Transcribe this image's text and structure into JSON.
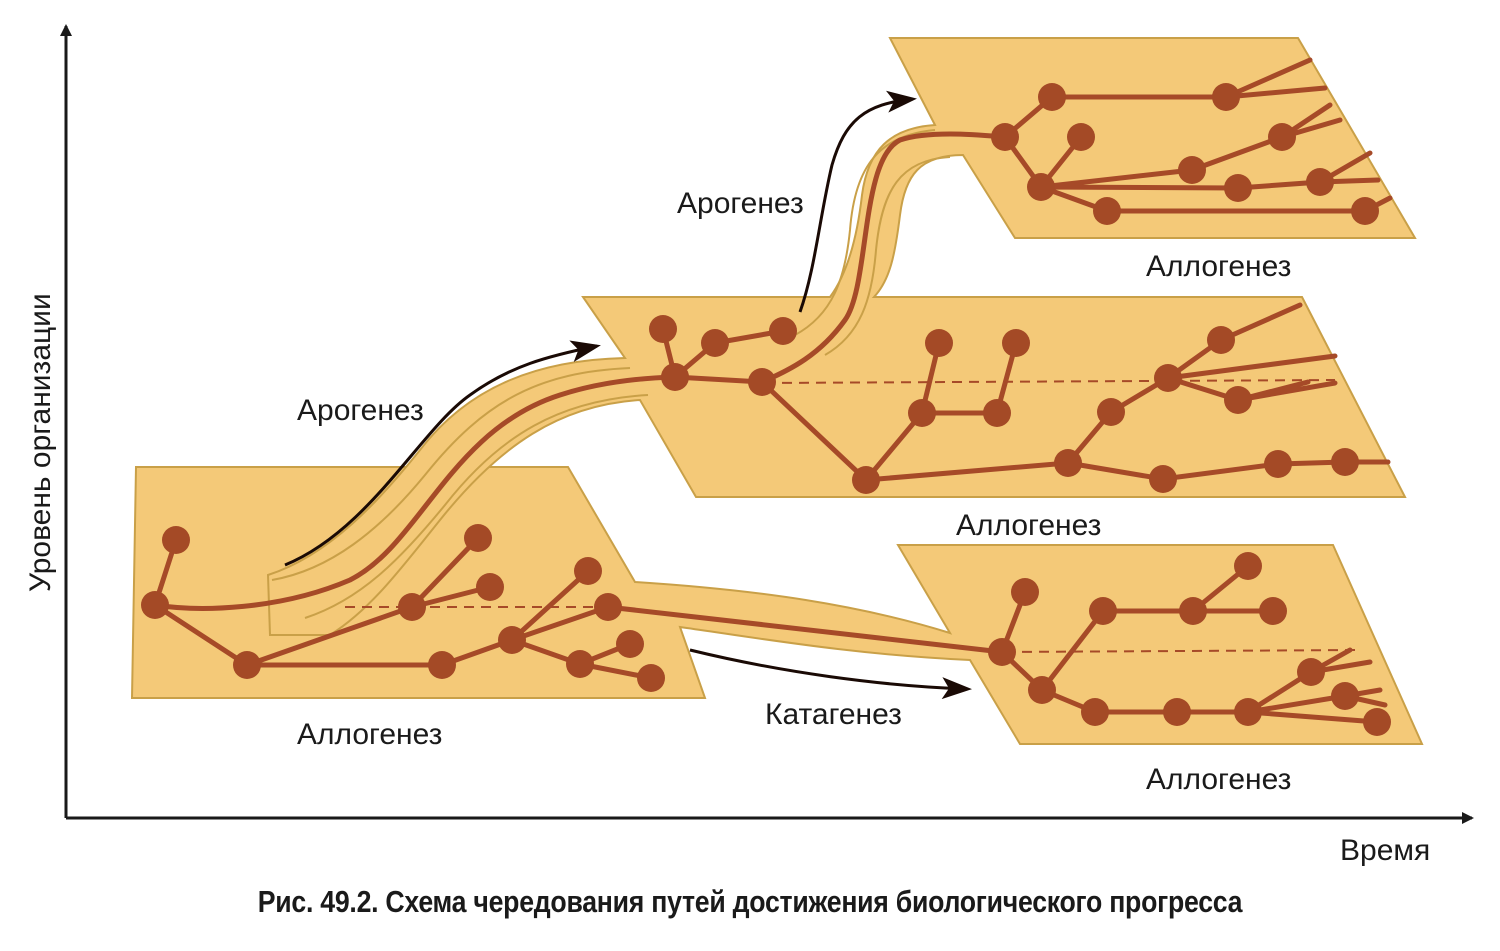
{
  "axes": {
    "y_label": "Уровень организации",
    "x_label": "Время"
  },
  "labels": {
    "arogenez_1": "Арогенез",
    "arogenez_2": "Арогенез",
    "katagenez": "Катагенез",
    "allogenez_bottom_left": "Аллогенез",
    "allogenez_middle": "Аллогенез",
    "allogenez_top": "Аллогенез",
    "allogenez_bottom_right": "Аллогенез"
  },
  "caption": "Рис. 49.2. Схема чередования путей достижения биологического прогресса",
  "colors": {
    "fill": "#f4c978",
    "outline": "#c9a048",
    "branch": "#a64a28",
    "node": "#a44a26",
    "arrow": "#1a0a05",
    "axis": "#1a1a1a"
  }
}
